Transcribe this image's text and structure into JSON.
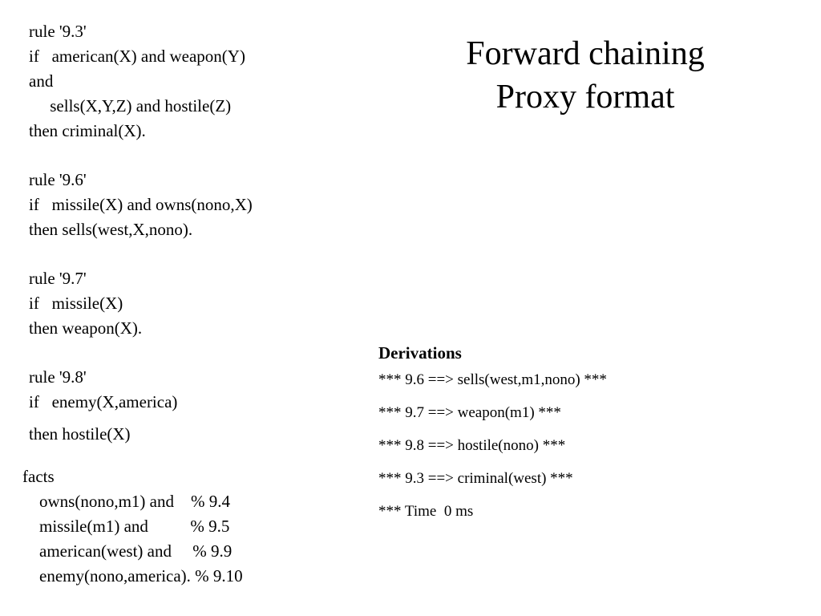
{
  "title": {
    "line1": "Forward chaining",
    "line2": "Proxy format"
  },
  "rules": [
    {
      "lines": [
        "rule '9.3'",
        "if   american(X) and weapon(Y)",
        "and",
        "     sells(X,Y,Z) and hostile(Z)",
        "then criminal(X)."
      ]
    },
    {
      "lines": [
        "rule '9.6'",
        "if   missile(X) and owns(nono,X)",
        "then sells(west,X,nono)."
      ]
    },
    {
      "lines": [
        "rule '9.7'",
        "if   missile(X)",
        "then weapon(X)."
      ]
    },
    {
      "lines": [
        "rule '9.8'",
        "if   enemy(X,america)",
        "then hostile(X)"
      ]
    }
  ],
  "facts": {
    "heading": "facts",
    "lines": [
      "    owns(nono,m1) and    % 9.4",
      "    missile(m1) and          % 9.5",
      "    american(west) and     % 9.9",
      "    enemy(nono,america). % 9.10"
    ]
  },
  "derivations": {
    "heading": "Derivations",
    "lines": [
      "*** 9.6 ==> sells(west,m1,nono) ***",
      "*** 9.7 ==> weapon(m1) ***",
      "*** 9.8 ==> hostile(nono) ***",
      "*** 9.3 ==> criminal(west) ***",
      "*** Time  0 ms"
    ]
  }
}
